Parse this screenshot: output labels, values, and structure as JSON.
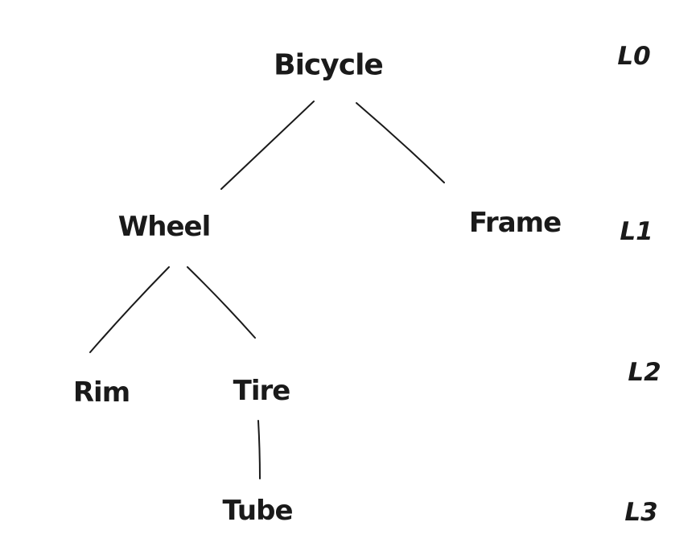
{
  "background": "#ffffff",
  "ink_color": "#1a1a1a",
  "diagram_type": "tree",
  "tree": {
    "nodes": {
      "bicycle": {
        "label": "Bicycle",
        "level": "L0"
      },
      "wheel": {
        "label": "Wheel",
        "level": "L1"
      },
      "frame": {
        "label": "Frame",
        "level": "L1"
      },
      "rim": {
        "label": "Rim",
        "level": "L2"
      },
      "tire": {
        "label": "Tire",
        "level": "L2"
      },
      "tube": {
        "label": "Tube",
        "level": "L3"
      }
    },
    "edges": [
      {
        "from": "Bicycle",
        "to": "Wheel"
      },
      {
        "from": "Bicycle",
        "to": "Frame"
      },
      {
        "from": "Wheel",
        "to": "Rim"
      },
      {
        "from": "Wheel",
        "to": "Tire"
      },
      {
        "from": "Tire",
        "to": "Tube"
      }
    ]
  },
  "level_labels": {
    "l0": {
      "label": "L0"
    },
    "l1": {
      "label": "L1"
    },
    "l2": {
      "label": "L2"
    },
    "l3": {
      "label": "L3"
    }
  }
}
